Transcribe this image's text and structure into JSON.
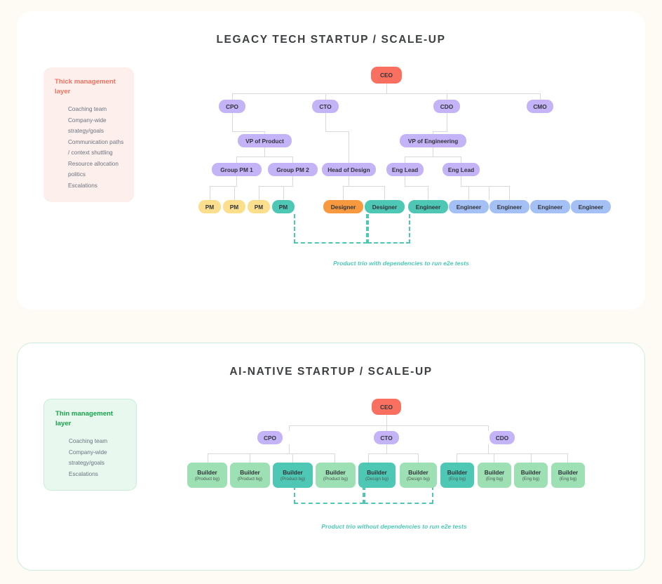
{
  "page": {
    "background": "#fefaf4",
    "card_background": "#ffffff"
  },
  "panels": [
    {
      "id": "legacy",
      "title": "LEGACY TECH STARTUP / SCALE-UP",
      "legend": {
        "heading": "Thick management layer",
        "heading_color": "#f4705f",
        "background": "#fdf0ec",
        "items": [
          "Coaching team",
          "Company-wide strategy/goals",
          "Communication paths / context shuttling",
          "Resource allocation politics",
          "Escalations"
        ]
      },
      "caption": "Product trio with dependencies to run e2e tests",
      "caption_color": "#4ec8b5",
      "nodes": [
        {
          "label": "CEO",
          "role": "ceo",
          "color": "#f97060"
        },
        {
          "label": "CPO",
          "role": "exec",
          "color": "#c5b3f7"
        },
        {
          "label": "CTO",
          "role": "exec",
          "color": "#c5b3f7"
        },
        {
          "label": "CDO",
          "role": "exec",
          "color": "#c5b3f7"
        },
        {
          "label": "CMO",
          "role": "exec",
          "color": "#c5b3f7"
        },
        {
          "label": "VP of Product",
          "role": "vp",
          "color": "#c5b3f7"
        },
        {
          "label": "VP of Engineering",
          "role": "vp",
          "color": "#c5b3f7"
        },
        {
          "label": "Group PM 1",
          "role": "lead",
          "color": "#c5b3f7"
        },
        {
          "label": "Group PM 2",
          "role": "lead",
          "color": "#c5b3f7"
        },
        {
          "label": "Head of Design",
          "role": "lead",
          "color": "#c5b3f7"
        },
        {
          "label": "Eng Lead",
          "role": "lead",
          "color": "#c5b3f7"
        },
        {
          "label": "Eng Lead",
          "role": "lead",
          "color": "#c5b3f7"
        },
        {
          "label": "PM",
          "role": "ic",
          "color": "#fbdf8d"
        },
        {
          "label": "PM",
          "role": "ic",
          "color": "#fbdf8d"
        },
        {
          "label": "PM",
          "role": "ic",
          "color": "#fbdf8d"
        },
        {
          "label": "PM",
          "role": "ic",
          "color": "#4ec8b5"
        },
        {
          "label": "Designer",
          "role": "ic",
          "color": "#f7993f"
        },
        {
          "label": "Designer",
          "role": "ic",
          "color": "#4ec8b5"
        },
        {
          "label": "Engineer",
          "role": "ic",
          "color": "#4ec8b5"
        },
        {
          "label": "Engineer",
          "role": "ic",
          "color": "#a4c0f4"
        },
        {
          "label": "Engineer",
          "role": "ic",
          "color": "#a4c0f4"
        },
        {
          "label": "Engineer",
          "role": "ic",
          "color": "#a4c0f4"
        },
        {
          "label": "Engineer",
          "role": "ic",
          "color": "#a4c0f4"
        }
      ]
    },
    {
      "id": "ai",
      "title": "AI-NATIVE STARTUP / SCALE-UP",
      "legend": {
        "heading": "Thin management layer",
        "heading_color": "#16a34a",
        "background": "#e8f8ee",
        "items": [
          "Coaching team",
          "Company-wide strategy/goals",
          "Escalations"
        ]
      },
      "caption": "Product trio without dependencies to run e2e tests",
      "caption_color": "#4ec8b5",
      "nodes": [
        {
          "label": "CEO",
          "role": "ceo",
          "color": "#f97060"
        },
        {
          "label": "CPO",
          "role": "exec",
          "color": "#c5b3f7"
        },
        {
          "label": "CTO",
          "role": "exec",
          "color": "#c5b3f7"
        },
        {
          "label": "CDO",
          "role": "exec",
          "color": "#c5b3f7"
        },
        {
          "label": "Builder",
          "sublabel": "(Product bg)",
          "role": "ic",
          "color": "#9ce0b4"
        },
        {
          "label": "Builder",
          "sublabel": "(Product bg)",
          "role": "ic",
          "color": "#9ce0b4"
        },
        {
          "label": "Builder",
          "sublabel": "(Product bg)",
          "role": "ic",
          "color": "#4ec8b5"
        },
        {
          "label": "Builder",
          "sublabel": "(Product bg)",
          "role": "ic",
          "color": "#9ce0b4"
        },
        {
          "label": "Builder",
          "sublabel": "(Design bg)",
          "role": "ic",
          "color": "#4ec8b5"
        },
        {
          "label": "Builder",
          "sublabel": "(Design bg)",
          "role": "ic",
          "color": "#9ce0b4"
        },
        {
          "label": "Builder",
          "sublabel": "(Eng bg)",
          "role": "ic",
          "color": "#4ec8b5"
        },
        {
          "label": "Builder",
          "sublabel": "(Eng bg)",
          "role": "ic",
          "color": "#9ce0b4"
        },
        {
          "label": "Builder",
          "sublabel": "(Eng bg)",
          "role": "ic",
          "color": "#9ce0b4"
        },
        {
          "label": "Builder",
          "sublabel": "(Eng bg)",
          "role": "ic",
          "color": "#9ce0b4"
        }
      ]
    }
  ]
}
